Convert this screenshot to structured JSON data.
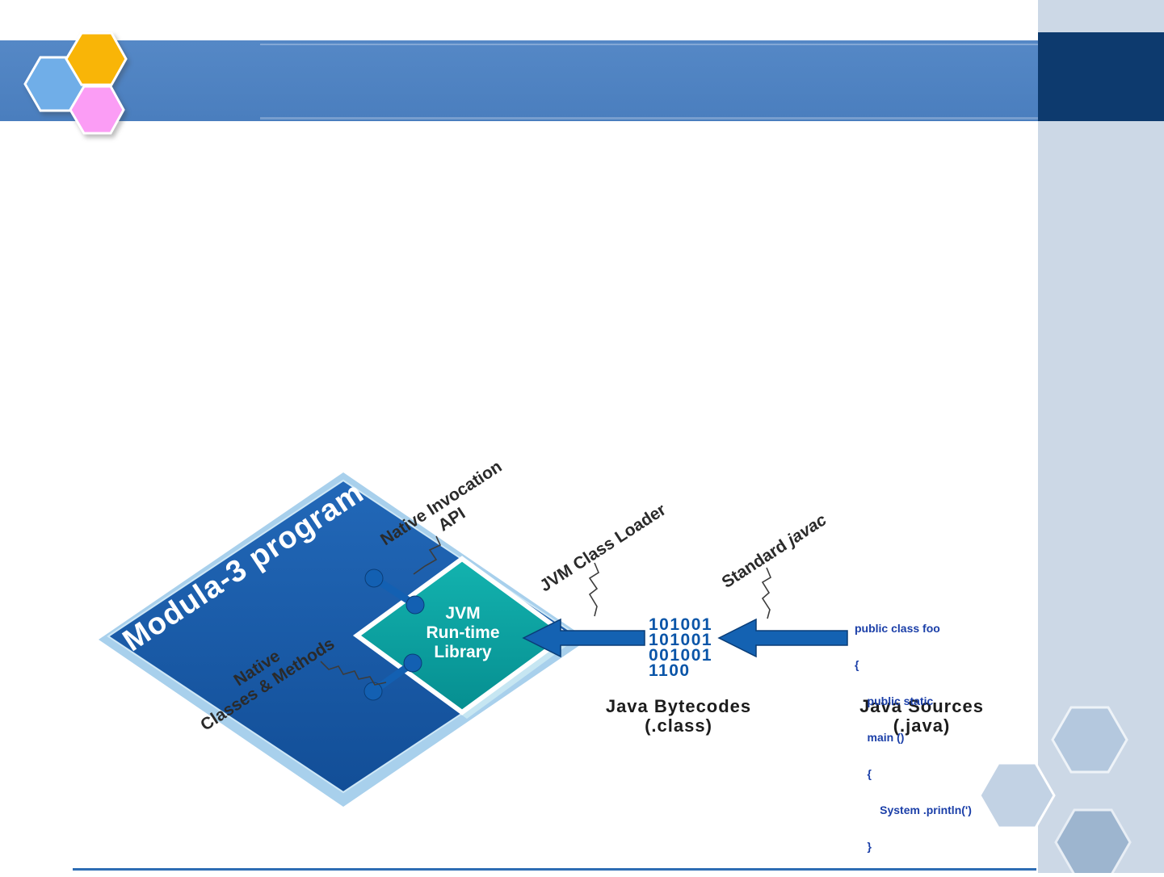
{
  "diagram": {
    "modula_program_label": "Modula-3 program",
    "jvm_runtime_lines": [
      "JVM",
      "Run-time",
      "Library"
    ],
    "labels": {
      "native_invocation_line1": "Native Invocation",
      "native_invocation_line2": "API",
      "native_classes_line1": "Native",
      "native_classes_line2": "Classes & Methods",
      "jvm_class_loader": "JVM Class Loader",
      "standard_prefix": "Standard ",
      "standard_tool": "javac"
    },
    "bytecodes": {
      "lines": [
        "101001",
        "101001",
        "001001",
        "1100"
      ],
      "caption_title": "Java Bytecodes",
      "caption_sub": "(.class)"
    },
    "sources": {
      "code_lines": [
        "public class foo",
        "{",
        "    public static",
        "    main ()",
        "    {",
        "        System .println(')",
        "    }"
      ],
      "caption_title": "Java Sources",
      "caption_sub": "(.java)"
    }
  },
  "colors": {
    "header_blue": "#4c80c0",
    "navy_accent": "#0d3a6e",
    "sidebar_gray_blue": "#ccd8e6",
    "diamond_blue": "#1a5fae",
    "diamond_edge_light": "#a8d0ec",
    "teal": "#0b9f9f",
    "arrow_blue": "#1565b5",
    "binary_blue": "#0a55a8",
    "code_blue": "#1b3fa8",
    "hex_orange": "#f9b507",
    "hex_blue": "#70aee8",
    "hex_pink": "#fb9df5"
  }
}
